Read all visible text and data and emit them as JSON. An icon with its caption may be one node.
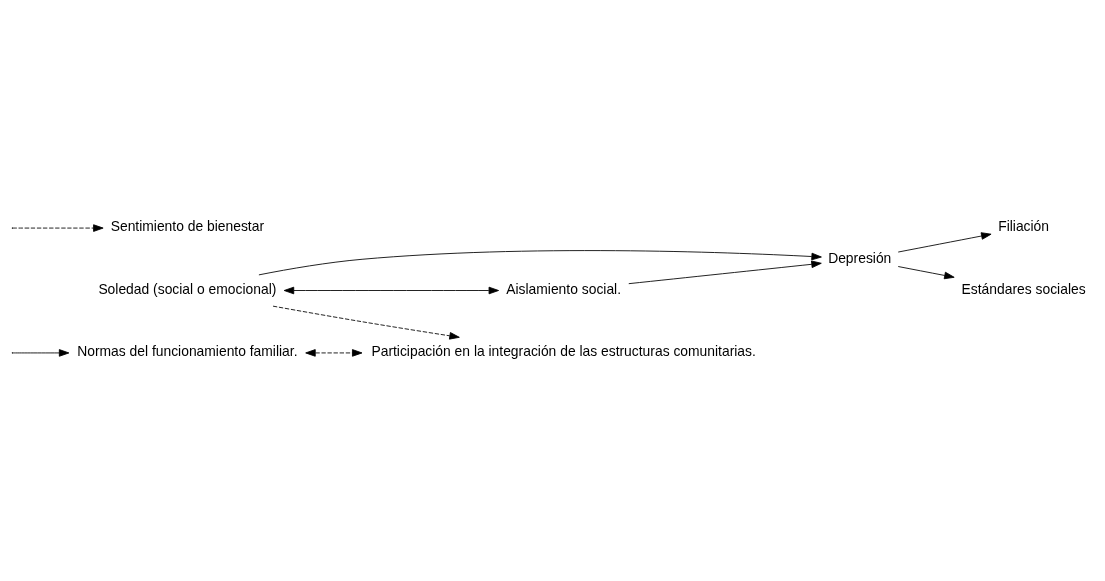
{
  "diagram": {
    "nodes": [
      {
        "text": [
          "Soledad (social o emocional)"
        ]
      },
      {
        "text": [
          "Depresión"
        ]
      },
      {
        "text": [
          "Filiación"
        ]
      },
      {
        "text": [
          "Aislamiento social."
        ]
      },
      {
        "text": [
          "Estándares sociales"
        ]
      },
      {
        "text": [
          "Normas del funcionamiento familiar."
        ]
      },
      {
        "text": [
          "Sentimiento de bienestar"
        ]
      },
      {
        "text": [
          "Participación en la integración de las estructuras comunitarias."
        ]
      }
    ],
    "edges": [
      {
        "from": 0,
        "to": 3,
        "arrow": "both"
      },
      {
        "from": 0,
        "to": 1,
        "arrow": "to"
      },
      {
        "from": 3,
        "to": 1,
        "arrow": "to"
      },
      {
        "from": 1,
        "to": 2,
        "arrow": "to"
      },
      {
        "from": 1,
        "to": 4,
        "arrow": "to"
      },
      {
        "from": null,
        "to": 5,
        "arrow": "to"
      },
      {
        "from": 0,
        "to": 7,
        "arrow": "to",
        "style": "dashed"
      },
      {
        "from": 5,
        "to": 7,
        "arrow": "both",
        "style": "dashed"
      },
      {
        "from": null,
        "to": 6,
        "arrow": "to",
        "style": "dashed"
      }
    ]
  }
}
